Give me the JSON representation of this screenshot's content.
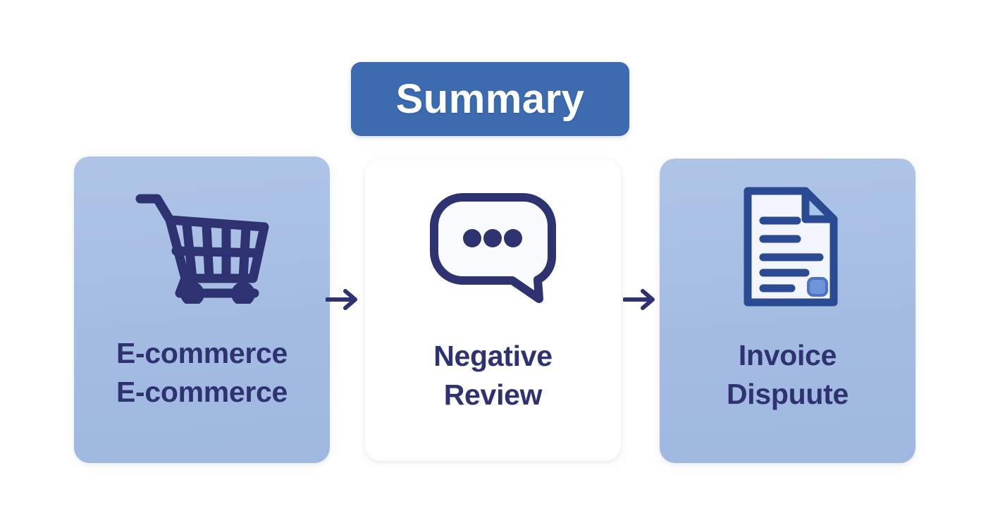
{
  "header": {
    "badge_label": "Summary",
    "badge_color": "#3c6bb0",
    "badge_text_color": "#ffffff"
  },
  "theme": {
    "background": "#fefefe",
    "card_light": "#a8c0e4",
    "card_dark": "#8ba4da",
    "icon_navy": "#2e3270",
    "icon_outline": "#2b4a94",
    "label_color": "#2e3270",
    "accent_blue": "#6f93d8"
  },
  "flow": {
    "steps": [
      {
        "id": "ecommerce",
        "icon": "shopping-cart-icon",
        "label_lines": [
          "E-commerce",
          "E-commerce"
        ],
        "label_line_1": "E-commerce",
        "label_line_2": "E-commerce"
      },
      {
        "id": "negative-review",
        "icon": "speech-bubble-icon",
        "label_lines": [
          "Negative",
          "Review"
        ],
        "label_line_1": "Negative",
        "label_line_2": "Review"
      },
      {
        "id": "invoice-dispute",
        "icon": "document-icon",
        "label_lines": [
          "Invoice",
          "Dispuute"
        ],
        "label_line_1": "Invoice",
        "label_line_2": "Dispuute"
      }
    ],
    "connectors": [
      {
        "id": "connector-1",
        "icon": "arrow-right-icon"
      },
      {
        "id": "connector-2",
        "icon": "arrow-right-icon"
      }
    ]
  }
}
